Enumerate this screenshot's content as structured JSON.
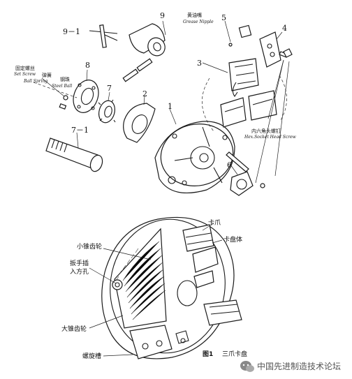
{
  "top_view": {
    "part_numbers": {
      "n9_1": "9－1",
      "n9": "9",
      "n8": "8",
      "n7": "7",
      "n2": "2",
      "n1": "1",
      "n7_1": "7－1",
      "n5": "5",
      "n4": "4",
      "n3": "3",
      "n6": "6"
    },
    "labels": {
      "grease_nipple_cn": "黄油嘴",
      "grease_nipple_en": "Grease Nipple",
      "set_screw_cn": "固定螺丝",
      "set_screw_en": "Set Screw",
      "ball_spring_cn": "弹簧",
      "ball_spring_en": "Ball Spring",
      "steel_ball_cn": "钢珠",
      "steel_ball_en": "Steel Ball",
      "hex_screw_cn": "内六角头螺钉",
      "hex_screw_en": "Hex.Socket Head Screw"
    }
  },
  "bottom_view": {
    "labels": {
      "jaw": "卡爪",
      "chuck_body": "卡盘体",
      "small_bevel_gear": "小锥齿轮",
      "wrench_hole_line1": "扳手插",
      "wrench_hole_line2": "入方孔",
      "large_bevel_gear": "大锥齿轮",
      "scroll_groove": "螺旋槽"
    },
    "caption_fig": "图1",
    "caption_title": "三爪卡盘"
  },
  "watermark": {
    "text": "中国先进制造技术论坛"
  },
  "icons": {
    "watermark_icon": "chat-bubble-icon"
  }
}
